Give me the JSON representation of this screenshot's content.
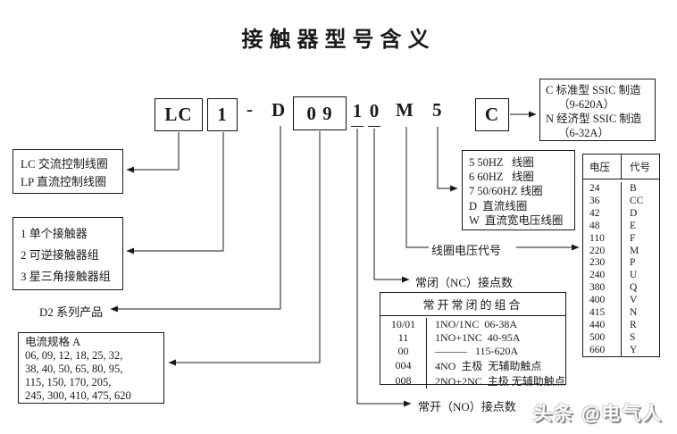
{
  "title": "接触器型号含义",
  "model_code": {
    "coil_control": "LC",
    "form": "1",
    "separator": "-",
    "series": "D",
    "current_rating": "0 9",
    "no_contacts_digit": "1",
    "nc_contacts_digit": "0",
    "voltage_code": "M",
    "frequency_code": "5",
    "make_type": "C"
  },
  "coil_type_box": {
    "line1": "LC 交流控制线圈",
    "line2": "LP 直流控制线圈"
  },
  "form_box": {
    "line1": "1 单个接触器",
    "line2": "2 可逆接触器组",
    "line3": "3 星三角接触器组"
  },
  "series_label": "D2 系列产品",
  "current_spec_box": {
    "title": "电流规格 A",
    "line1": "06, 09, 12, 18, 25, 32,",
    "line2": "38, 40, 50, 65, 80, 95,",
    "line3": "115, 150, 170, 205,",
    "line4": "245, 300, 410, 475, 620"
  },
  "frequency_box": {
    "line1": "5 50HZ   线圈",
    "line2": "6 60HZ   线圈",
    "line3": "7 50/60HZ 线圈",
    "line4": "D  直流线圈",
    "line5": "W  直流宽电压线圈"
  },
  "make_type_box": {
    "line1": "C 标准型 SSIC 制造",
    "line2": "（9-620A）",
    "line3": "N 经济型 SSIC 制造",
    "line4": "（6-32A）"
  },
  "voltage_table": {
    "header_voltage": "电压",
    "header_code": "代号",
    "rows": [
      [
        "24",
        "B"
      ],
      [
        "36",
        "CC"
      ],
      [
        "42",
        "D"
      ],
      [
        "48",
        "E"
      ],
      [
        "110",
        "F"
      ],
      [
        "220",
        "M"
      ],
      [
        "230",
        "P"
      ],
      [
        "240",
        "U"
      ],
      [
        "380",
        "Q"
      ],
      [
        "400",
        "V"
      ],
      [
        "415",
        "N"
      ],
      [
        "440",
        "R"
      ],
      [
        "500",
        "S"
      ],
      [
        "660",
        "Y"
      ]
    ]
  },
  "combo_table": {
    "title": "常开常闭的组合",
    "rows": [
      {
        "code": "10/01",
        "desc": "1NO/1NC  06-38A"
      },
      {
        "code": "11",
        "desc": "1NO+1NC  40-95A"
      },
      {
        "code": "00",
        "desc": "———   115-620A"
      },
      {
        "code": "004",
        "desc": "4NO  主极  无辅助触点"
      },
      {
        "code": "008",
        "desc": "2NO+2NC  主极 无辅助触点"
      }
    ]
  },
  "labels": {
    "coil_voltage_code": "线圈电压代号",
    "nc_contacts": "常闭（NC）接点数",
    "no_contacts": "常开（NO）接点数"
  },
  "watermark": "头条 @电气人",
  "colors": {
    "line": "#1a1a1a",
    "background": "#ffffff"
  }
}
